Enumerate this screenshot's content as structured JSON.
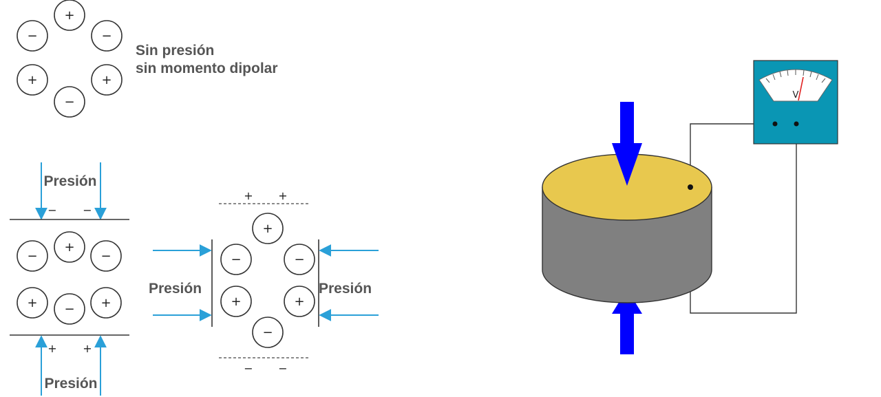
{
  "signs": {
    "plus": "+",
    "minus": "−"
  },
  "panel_rest": {
    "caption_line1": "Sin presión",
    "caption_line2": "sin momento dipolar"
  },
  "panel_vertical": {
    "label_top": "Presión",
    "label_bottom": "Presión"
  },
  "panel_horizontal": {
    "label_left": "Presión",
    "label_right": "Presión"
  },
  "meter": {
    "unit": "V"
  },
  "colors": {
    "force_arrow": "#0000ff",
    "pressure_arrow": "#2aa0d8",
    "crystal_top": "#e8c84e",
    "crystal_side": "#808080",
    "meter_case": "#0a96b4",
    "needle": "#e02020"
  },
  "icons": [
    "pressure-arrow-icon",
    "force-arrow-icon",
    "voltmeter-icon",
    "needle-icon"
  ]
}
